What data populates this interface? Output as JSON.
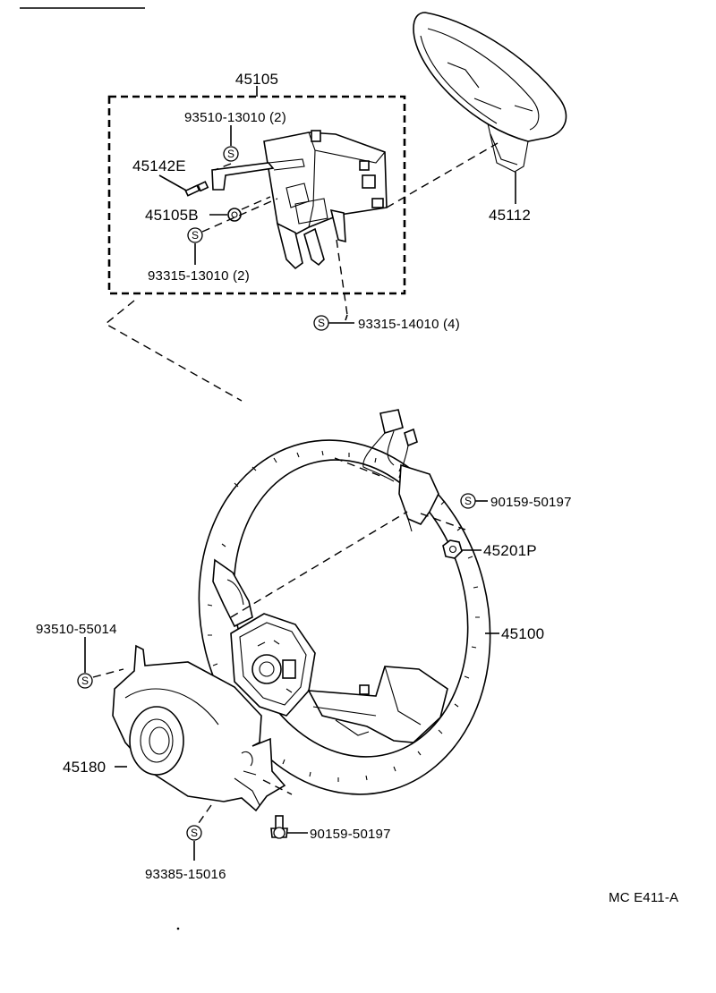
{
  "symbols": {
    "s_mark": "S"
  },
  "labels": {
    "assembly_45105": "45105",
    "bolt_93510_13010": "93510-13010 (2)",
    "part_45142E": "45142E",
    "part_45105B": "45105B",
    "bolt_93315_13010": "93315-13010 (2)",
    "bolt_93315_14010": "93315-14010 (4)",
    "part_45112": "45112",
    "screw_90159_50197_top": "90159-50197",
    "nut_45201P": "45201P",
    "wheel_45100": "45100",
    "bolt_93510_55014": "93510-55014",
    "cover_45180": "45180",
    "screw_90159_50197_bottom": "90159-50197",
    "bolt_93385_15016": "93385-15016",
    "figure_code": "MC E411-A"
  }
}
